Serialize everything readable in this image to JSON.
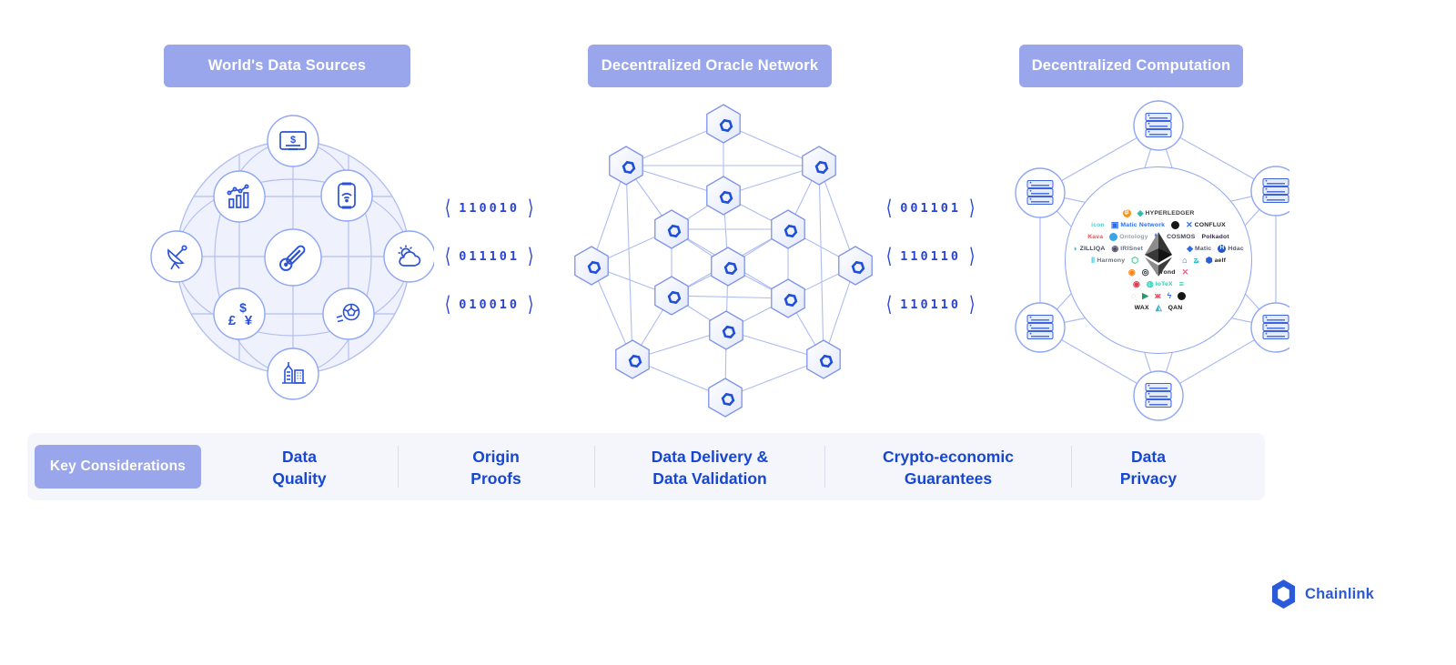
{
  "headers": {
    "sources": "World's Data Sources",
    "oracle": "Decentralized Oracle Network",
    "computation": "Decentralized Computation"
  },
  "binary": {
    "left": [
      "110010",
      "011101",
      "010010"
    ],
    "right": [
      "001101",
      "110110",
      "110110"
    ]
  },
  "sources": {
    "currency": {
      "dollar": "$",
      "pound": "£",
      "yen": "¥"
    },
    "receipt_symbol": "$",
    "icons": [
      "receipt-dollar",
      "analytics-chart",
      "smartwatch",
      "satellite-dish",
      "weather-sun-cloud",
      "thermometer",
      "currency-exchange",
      "sports-ball",
      "city-buildings"
    ]
  },
  "oracle_network": {
    "node_count": 15,
    "node_glyph": "hexagon-mark"
  },
  "computation": {
    "server_count": 6,
    "logos": [
      [
        {
          "b": "#f7931a",
          "g": "₿",
          "c": "#fff"
        },
        {
          "g": "◈",
          "c": "#26b6a5",
          "t": "HYPERLEDGER",
          "tc": "#3d3d3d"
        }
      ],
      [
        {
          "t": "icon",
          "tc": "#62c4c9"
        },
        {
          "g": "▣",
          "c": "#2b6def",
          "t": "Matic Network",
          "tc": "#2b6def"
        },
        {
          "b": "#17171a",
          "g": "",
          "c": "#fff"
        },
        {
          "g": "✕",
          "c": "#2b6fe8",
          "t": "CONFLUX",
          "tc": "#23262b"
        }
      ],
      [
        {
          "t": "Kava",
          "tc": "#ff4d4d"
        },
        {
          "b": "#37a5e6",
          "g": "",
          "c": "#fff",
          "t": "Ontology",
          "tc": "#98a0ab"
        },
        {
          "g": "ꜩ",
          "c": "#2c7df7"
        },
        {
          "t": "COSMOS",
          "tc": "#40445a"
        },
        {
          "t": "Polkadot",
          "tc": "#33264a"
        }
      ],
      [
        {
          "g": "◗",
          "c": "#2dc8c4",
          "t": "ZILLIQA",
          "tc": "#3e4a5a"
        },
        {
          "g": "◉",
          "c": "#4f4f66",
          "t": "IRISnet",
          "tc": "#6b7280"
        },
        {
          "sp": true
        },
        {
          "g": "◆",
          "c": "#2b6def",
          "t": "Matic",
          "tc": "#535a68"
        },
        {
          "b": "#2456c4",
          "g": "H",
          "c": "#fff",
          "t": "Hdac",
          "tc": "#535a68"
        }
      ],
      [
        {
          "g": "‖",
          "c": "#37c0d8",
          "t": "Harmony",
          "tc": "#6b7280"
        },
        {
          "g": "⬡",
          "c": "#27c77f"
        },
        {
          "sp": true
        },
        {
          "g": "⌂",
          "c": "#3a5bc7"
        },
        {
          "g": "ʑ",
          "c": "#29b6c5"
        },
        {
          "g": "⬢",
          "c": "#2b5cd9",
          "t": "aelf",
          "tc": "#23262b"
        }
      ],
      [
        {
          "g": "◉",
          "c": "#f5841f"
        },
        {
          "g": "◎",
          "c": "#2b2f3a"
        },
        {
          "t": "elrond",
          "tc": "#20222c"
        },
        {
          "g": "✕",
          "c": "#ef5b8a"
        }
      ],
      [
        {
          "g": "◉",
          "c": "#e23b4d"
        },
        {
          "g": "◍",
          "c": "#29d3b5",
          "t": "IoTeX",
          "tc": "#29d3b5"
        },
        {
          "g": "≡",
          "c": "#25c19b"
        }
      ],
      [
        {
          "g": "◌",
          "c": "#9aa6c0"
        },
        {
          "g": "▶",
          "c": "#1f9e68"
        },
        {
          "g": "ж",
          "c": "#e0354b"
        },
        {
          "g": "ϟ",
          "c": "#2f6bff"
        },
        {
          "b": "#17171a",
          "g": "",
          "c": "#fff"
        }
      ],
      [
        {
          "t": "WAX",
          "tc": "#17181d"
        },
        {
          "g": "◭",
          "c": "#35b0c8"
        },
        {
          "t": "QAN",
          "tc": "#101114"
        }
      ]
    ]
  },
  "key_considerations": {
    "label": "Key Considerations",
    "items": [
      [
        "Data",
        "Quality"
      ],
      [
        "Origin",
        "Proofs"
      ],
      [
        "Data Delivery &",
        "Data Validation"
      ],
      [
        "Crypto-economic",
        "Guarantees"
      ],
      [
        "Data",
        "Privacy"
      ]
    ]
  },
  "brand": {
    "name": "Chainlink"
  },
  "colors": {
    "pill_bg": "#9aa6ec",
    "icon_stroke": "#2a52d8",
    "line_light": "#aebdf0",
    "binary_blue": "#2944d2",
    "label_blue": "#1747d1",
    "bar_bg": "#f4f6fb",
    "brand_blue": "#2a5ada"
  }
}
